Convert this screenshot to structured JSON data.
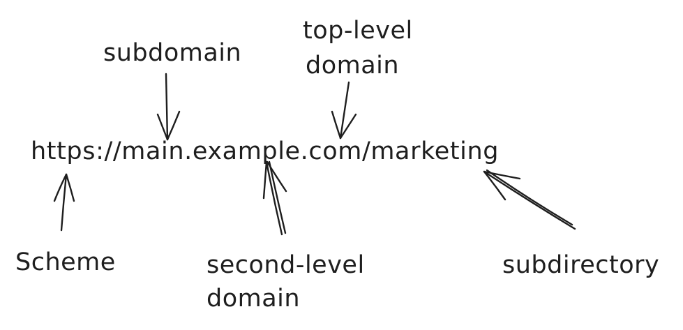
{
  "diagram": {
    "url": "https://main.example.com/marketing",
    "labels": {
      "subdomain": "subdomain",
      "tld_line1": "top-level",
      "tld_line2": "domain",
      "scheme": "Scheme",
      "sld_line1": "second-level",
      "sld_line2": "domain",
      "subdirectory": "subdirectory"
    }
  }
}
